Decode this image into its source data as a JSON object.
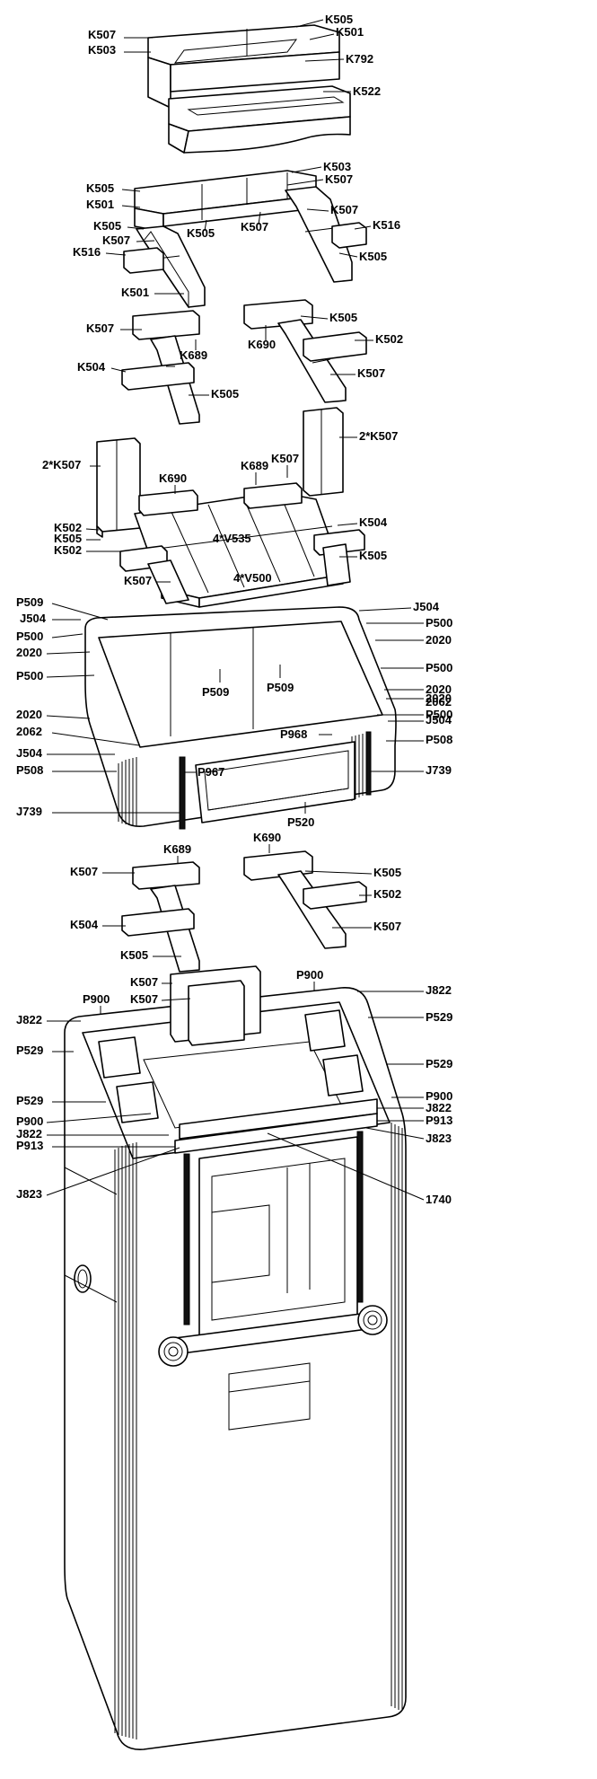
{
  "labels": {
    "g1": [
      "K507",
      "K503",
      "K505",
      "K501",
      "K792",
      "K522"
    ],
    "g2": [
      "K505",
      "K501",
      "K505",
      "K507",
      "K516",
      "K501",
      "K503",
      "K507",
      "K507",
      "K505",
      "K507",
      "K516",
      "K505"
    ],
    "g3": [
      "K507",
      "K504",
      "K689",
      "K505",
      "K690",
      "K505",
      "K502",
      "K507"
    ],
    "g4": [
      "2*K507",
      "K690",
      "K689",
      "K507",
      "2*K507",
      "K502",
      "K505",
      "K502",
      "K504",
      "4*V535",
      "4*V500",
      "K507",
      "K505"
    ],
    "g5": [
      "J504",
      "P500",
      "2020",
      "P500",
      "2020",
      "2020",
      "P500",
      "P509",
      "2062",
      "J504",
      "P508",
      "J739",
      "P509",
      "P509",
      "P967",
      "P968",
      "P520",
      "J504",
      "P500",
      "2020",
      "P500",
      "2020",
      "2062",
      "J504",
      "P508",
      "J739"
    ],
    "g6": [
      "K689",
      "K507",
      "K504",
      "K505",
      "K690",
      "K505",
      "K502",
      "K507"
    ],
    "g7": [
      "K507",
      "K507",
      "P900",
      "J822",
      "P529",
      "P529",
      "P900",
      "J822",
      "P913",
      "J823",
      "P900",
      "J822",
      "P529",
      "P529",
      "P900",
      "J822",
      "P913",
      "J823",
      "1740"
    ]
  }
}
